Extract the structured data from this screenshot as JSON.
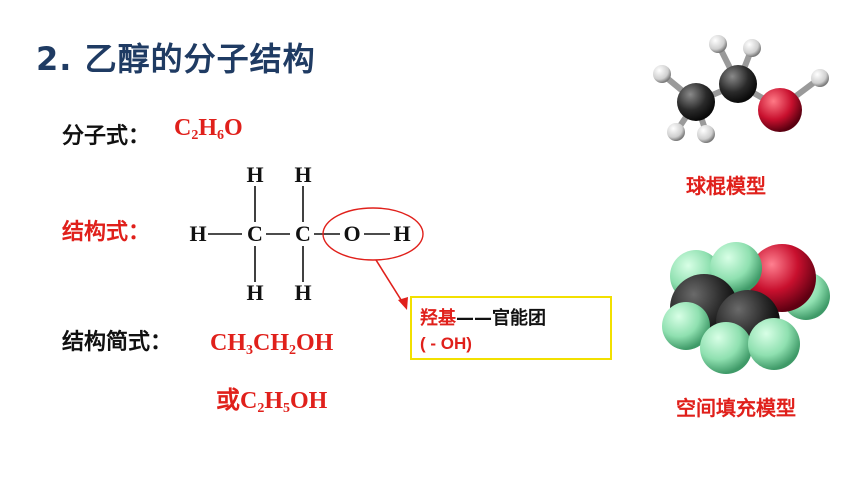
{
  "title": "2. 乙醇的分子结构",
  "molecular_formula": {
    "label": "分子式：",
    "parts": [
      "C",
      "2",
      "H",
      "6",
      "O"
    ]
  },
  "structural_formula": {
    "label": "结构式：",
    "atoms": {
      "h_top_1": "H",
      "h_top_2": "H",
      "h_left": "H",
      "c1": "C",
      "c2": "C",
      "o": "O",
      "h_right": "H",
      "h_bottom_1": "H",
      "h_bottom_2": "H"
    }
  },
  "condensed_formula": {
    "label": "结构简式：",
    "line1_parts": [
      "CH",
      "3",
      "CH",
      "2",
      "OH"
    ],
    "line2_prefix": "或",
    "line2_parts": [
      "C",
      "2",
      "H",
      "5",
      "OH"
    ]
  },
  "callout": {
    "group_name": "羟基",
    "dash": "——",
    "group_type": "官能团",
    "formula": "( - OH)"
  },
  "models": {
    "ball_stick_caption": "球棍模型",
    "space_filling_caption": "空间填充模型"
  },
  "colors": {
    "title": "#1f3b63",
    "accent_red": "#e0201b",
    "callout_border": "#f2e000",
    "carbon": "#2a2a2a",
    "hydrogen_ball": "#e8e8e8",
    "hydrogen_fill": "#8fe0b0",
    "oxygen": "#c8102e"
  }
}
